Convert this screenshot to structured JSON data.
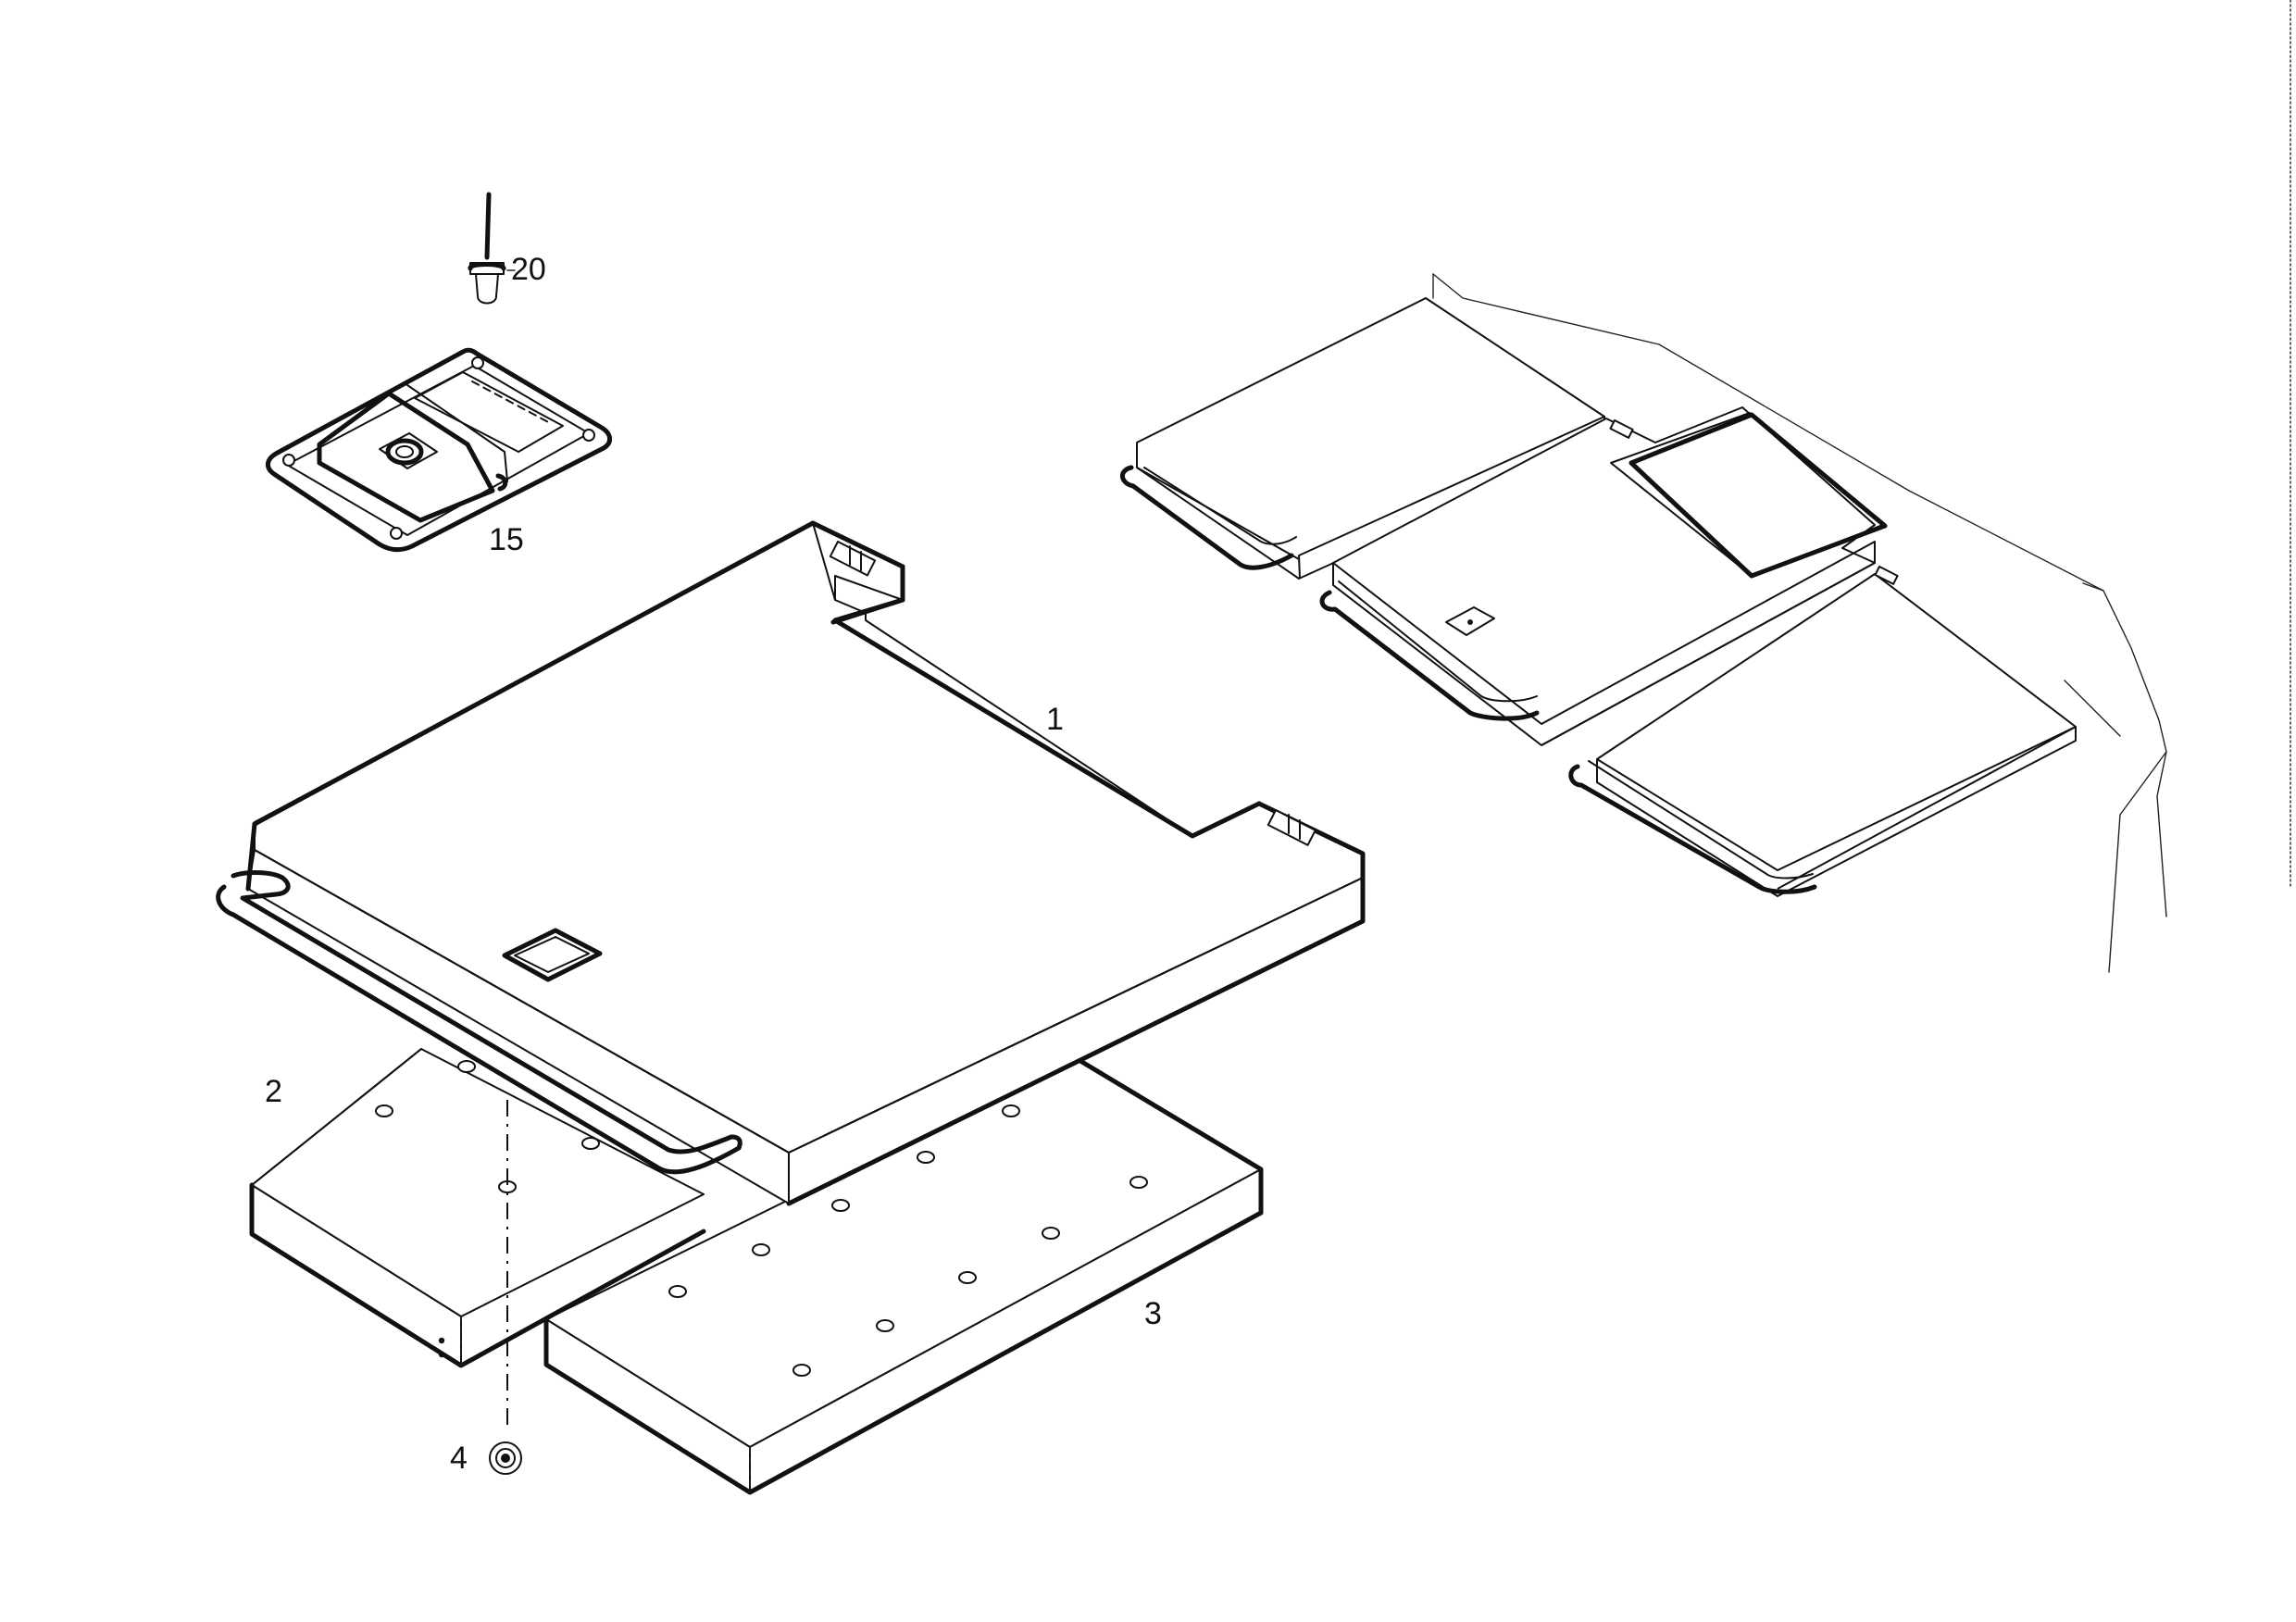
{
  "callouts": [
    {
      "id": "part-1",
      "text": "1"
    },
    {
      "id": "part-2",
      "text": "2"
    },
    {
      "id": "part-3",
      "text": "3"
    },
    {
      "id": "part-4",
      "text": "4"
    },
    {
      "id": "part-15",
      "text": "15"
    },
    {
      "id": "part-20",
      "text": "20"
    }
  ]
}
